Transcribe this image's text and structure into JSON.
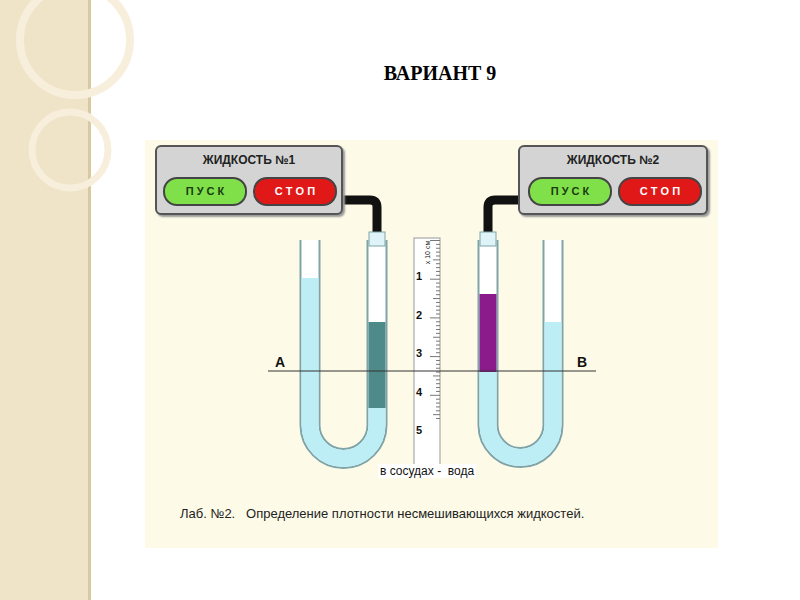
{
  "diagram": {
    "title": "ВАРИАНТ 9",
    "caption": "Лаб. №2.   Определение плотности несмешивающихся жидкостей.",
    "nodes": [
      {
        "text": [
          "ЖИДКОСТЬ №1"
        ]
      },
      {
        "text": [
          "П У С К"
        ],
        "in": 0
      },
      {
        "text": [
          "С Т О П"
        ],
        "in": 0
      },
      {
        "text": [
          "ЖИДКОСТЬ №2"
        ]
      },
      {
        "text": [
          "П У С К"
        ],
        "in": 3
      },
      {
        "text": [
          "С Т О П"
        ],
        "in": 3
      }
    ],
    "labels": [
      "А",
      "В",
      "1",
      "2",
      "3",
      "4",
      "5",
      "x 10 см",
      "в сосудах -  вода"
    ]
  }
}
